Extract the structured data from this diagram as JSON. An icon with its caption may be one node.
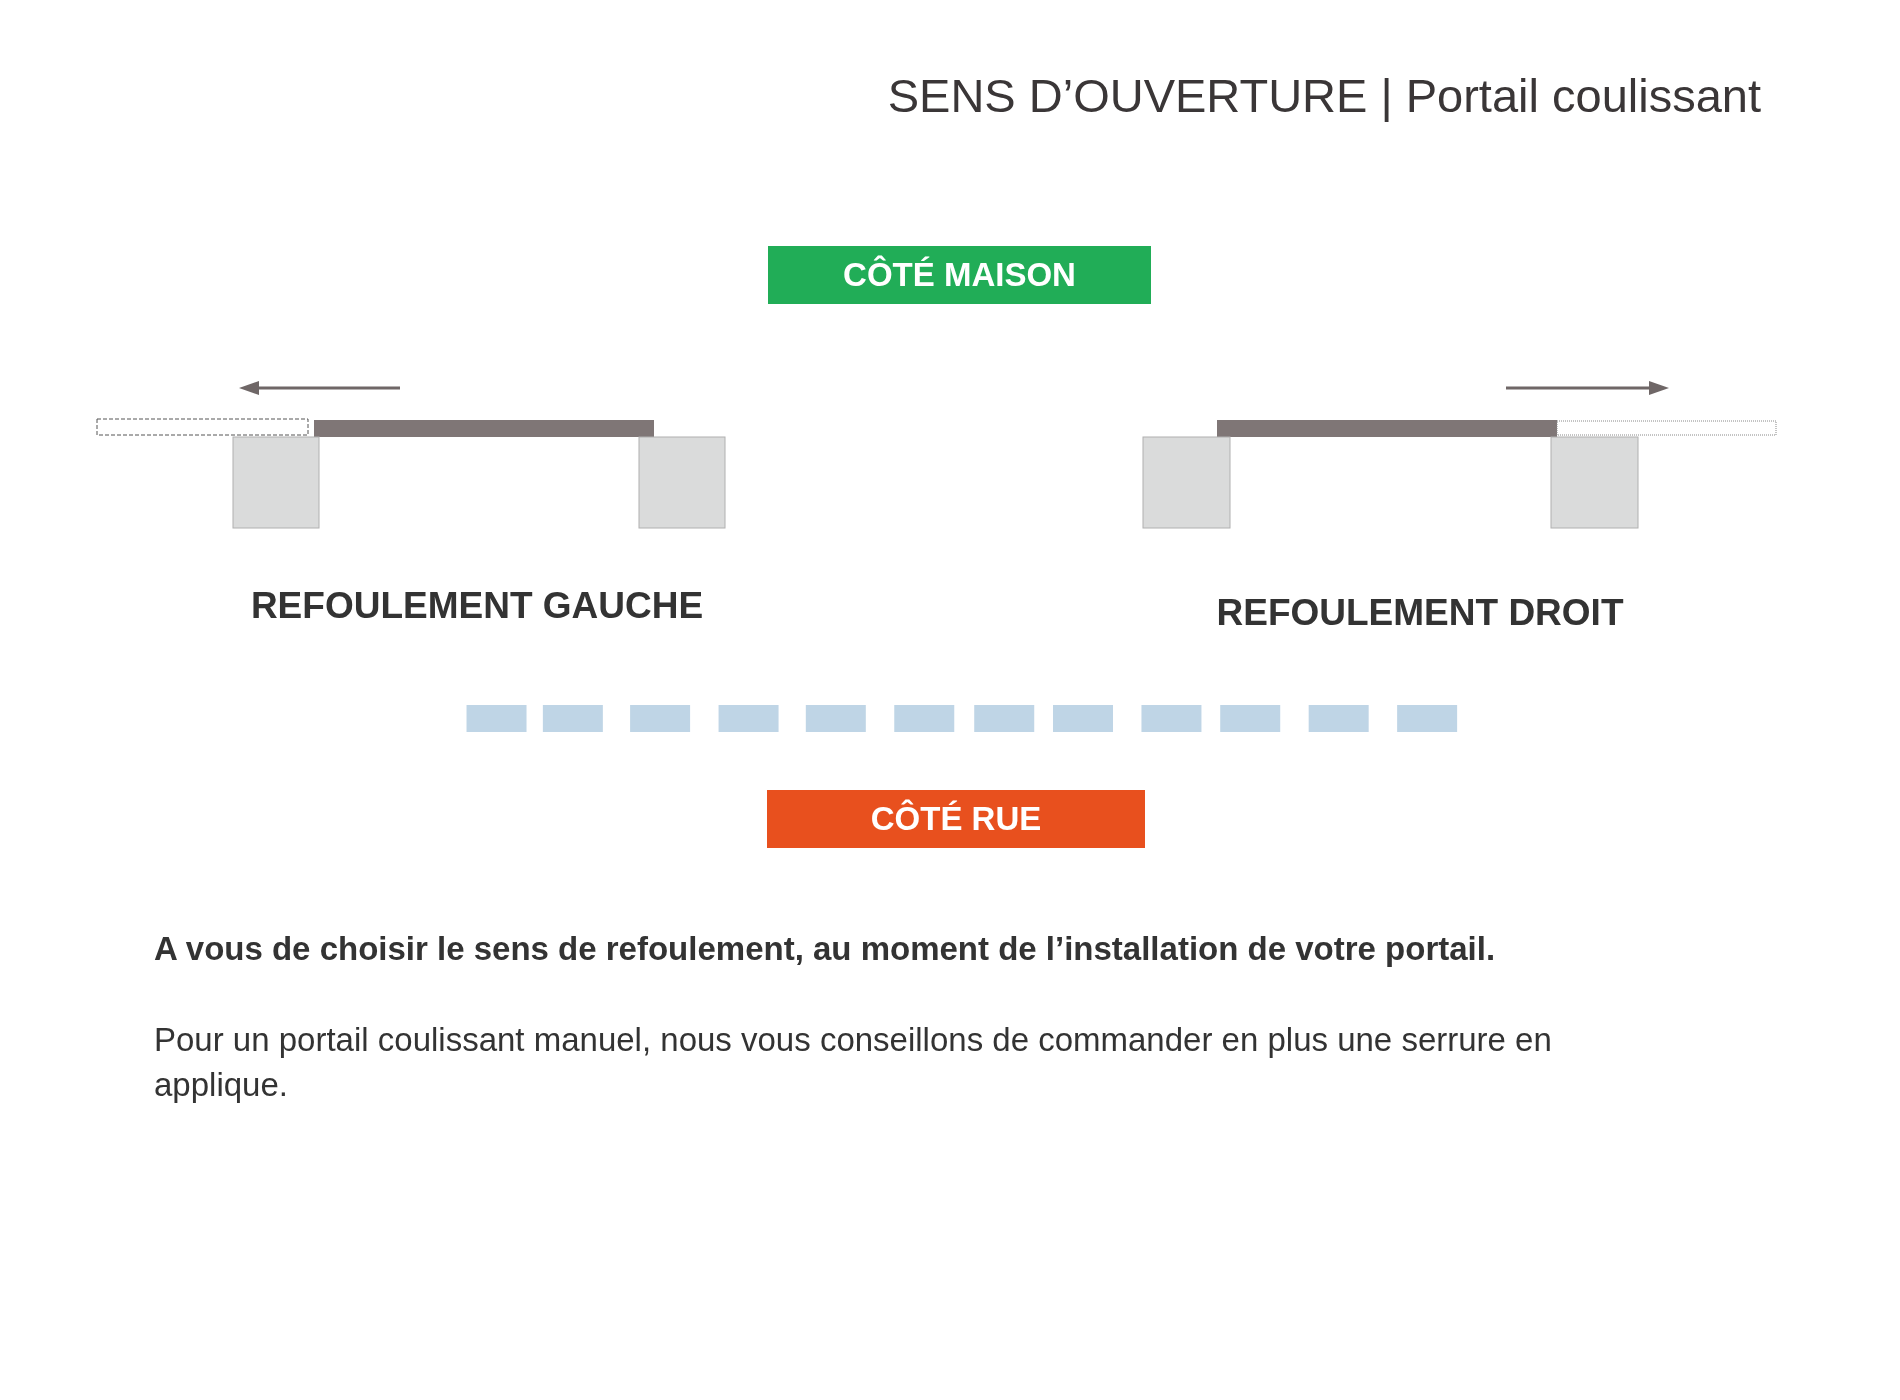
{
  "diagram": {
    "title": "SENS D’OUVERTURE | Portail coulissant",
    "nodes": [
      {
        "text": [
          "CÔTÉ MAISON"
        ]
      },
      {
        "text": [
          "CÔTÉ RUE"
        ]
      }
    ],
    "labels": [
      "REFOULEMENT GAUCHE",
      "REFOULEMENT DROIT",
      "A vous de choisir le sens de refoulement, au moment de l’installation de votre portail.",
      "Pour un portail coulissant manuel, nous vous conseillons de commander en plus une serrure en applique."
    ]
  }
}
